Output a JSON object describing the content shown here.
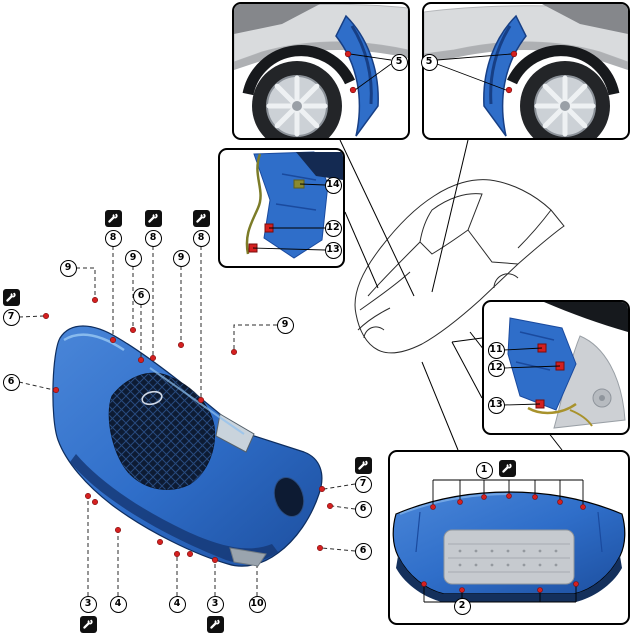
{
  "diagram": {
    "subject": "front-bumper-exploded-parts-diagram",
    "callouts": {
      "n1": "1",
      "n2": "2",
      "n3": "3",
      "n4": "4",
      "n5": "5",
      "n6": "6",
      "n7": "7",
      "n8": "8",
      "n9": "9",
      "n10": "10",
      "n11": "11",
      "n12": "12",
      "n13": "13",
      "n14": "14"
    },
    "icons": {
      "wrench": "wrench-icon"
    },
    "colors": {
      "part_blue": "#2f6ec9",
      "part_blue_dark": "#1a4a9e",
      "grille_dark": "#0d1b33",
      "clip_red": "#d42020",
      "harness_olive": "#8a8a30",
      "line": "#000000"
    }
  }
}
